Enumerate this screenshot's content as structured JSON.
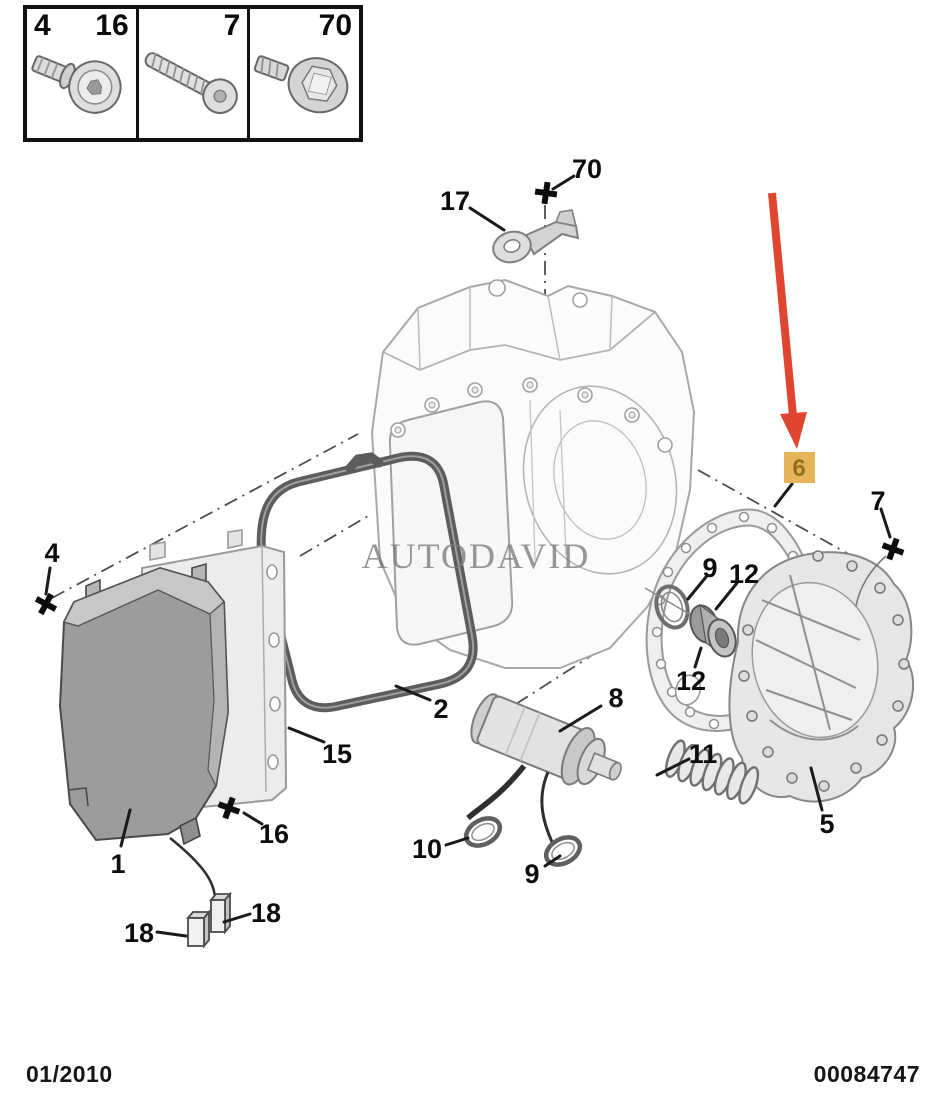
{
  "legend": {
    "cells": [
      {
        "corner_label": "4",
        "ref_label": "16",
        "icon": "torx-pan-screw-icon"
      },
      {
        "corner_label": "",
        "ref_label": "7",
        "icon": "self-tapping-screw-icon"
      },
      {
        "corner_label": "",
        "ref_label": "70",
        "icon": "hex-flange-bolt-icon"
      }
    ]
  },
  "callouts": {
    "c17": "17",
    "c70": "70",
    "c4": "4",
    "c2": "2",
    "c15": "15",
    "c16": "16",
    "c1": "1",
    "c18a": "18",
    "c18b": "18",
    "c8": "8",
    "c11": "11",
    "c10": "10",
    "c9a": "9",
    "c9b": "9",
    "c12a": "12",
    "c12b": "12",
    "c5": "5",
    "c7": "7"
  },
  "highlight": {
    "label": "6",
    "box_color": "#E8B45A",
    "text_color": "#8B6E1A"
  },
  "arrow": {
    "color": "#E04530"
  },
  "watermark": {
    "text": "AUTODAVID"
  },
  "footer": {
    "date": "01/2010",
    "doc_number": "00084747"
  }
}
